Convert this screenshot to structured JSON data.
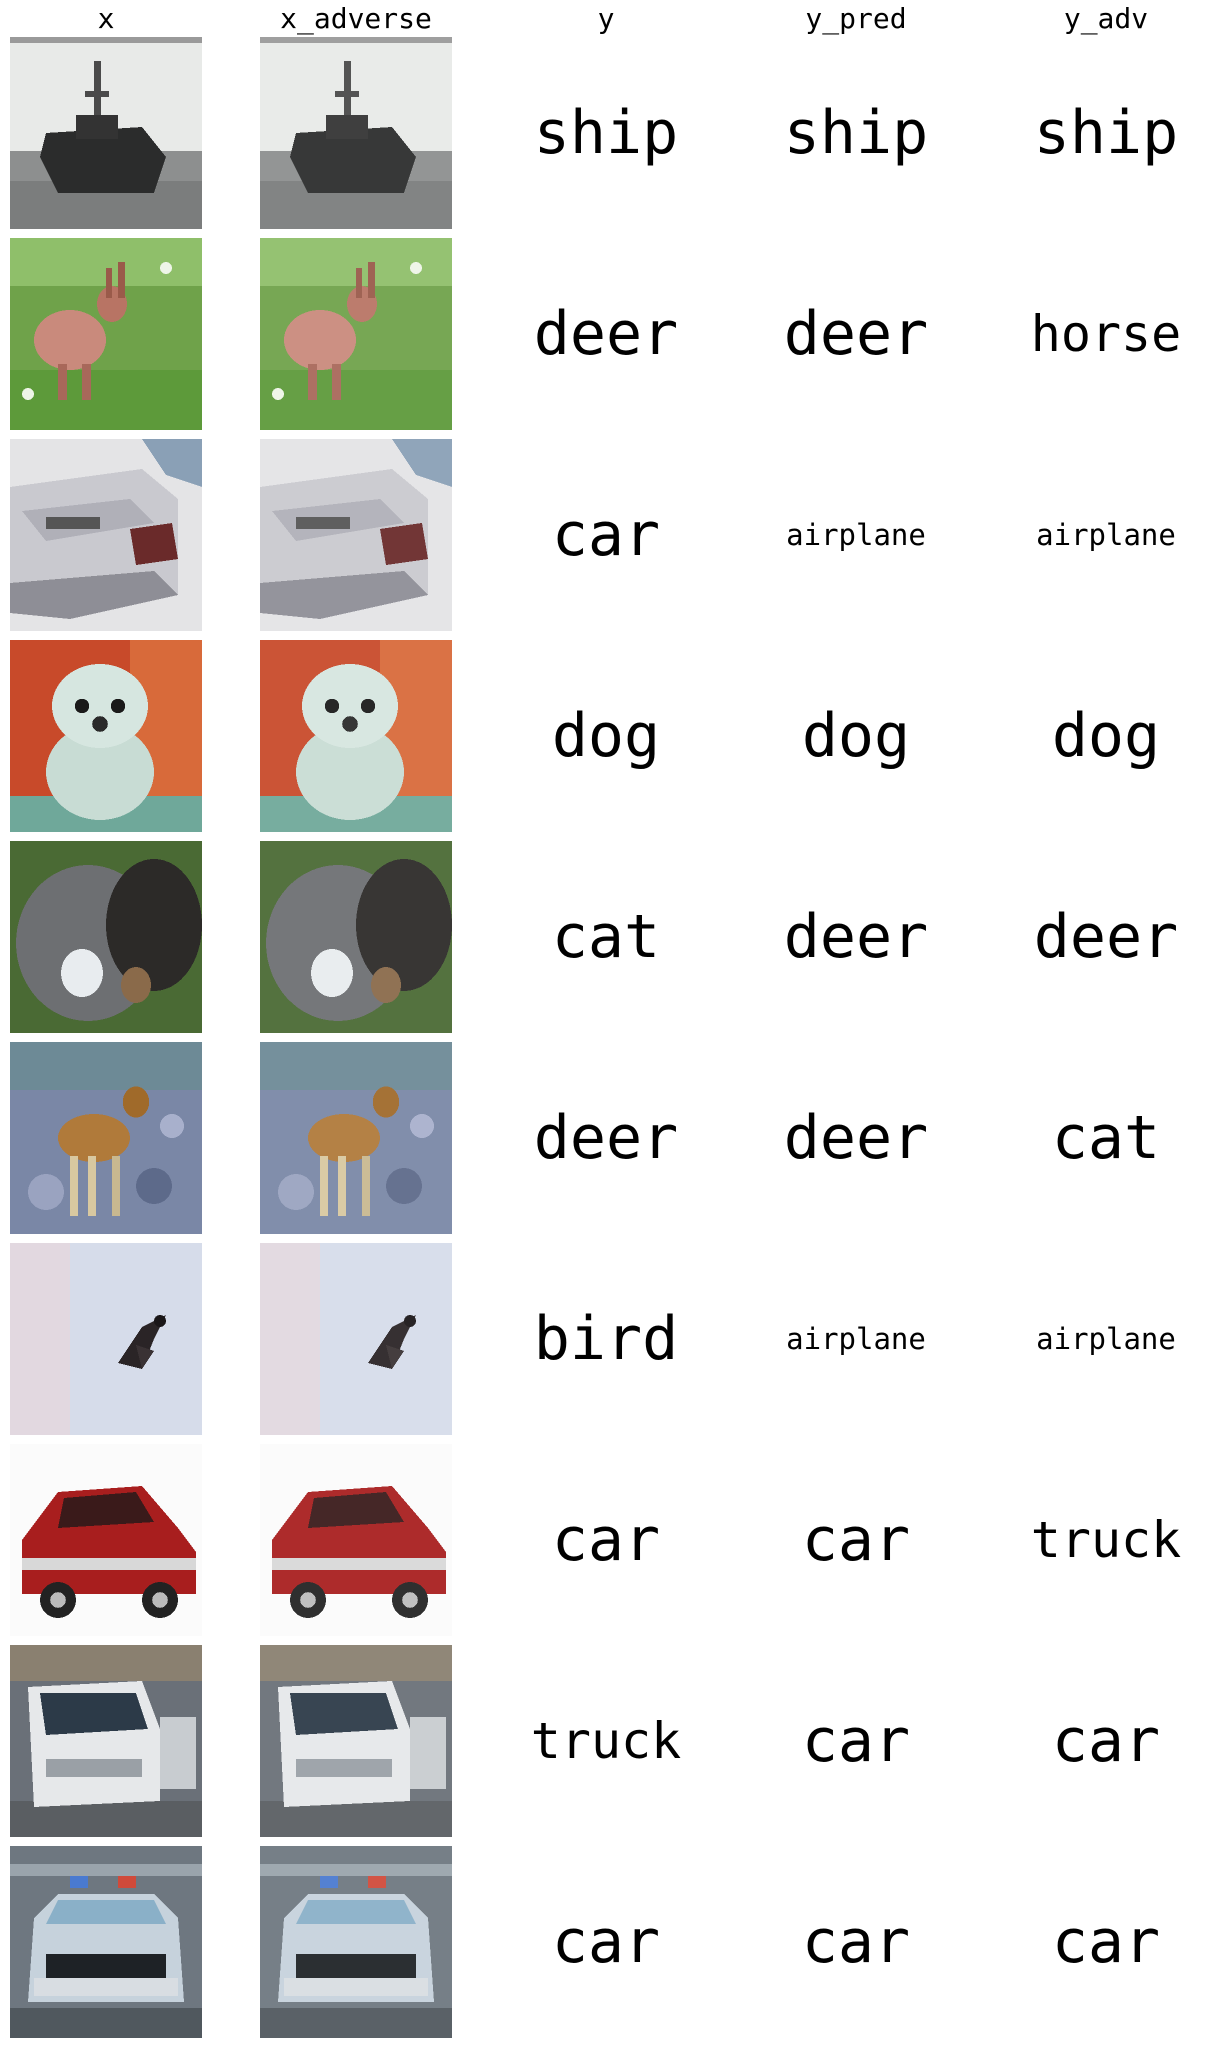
{
  "columns": [
    "x",
    "x_adverse",
    "y",
    "y_pred",
    "y_adv"
  ],
  "rows": [
    {
      "image": "ship",
      "scene": "ship-on-grey-sea",
      "y": "ship",
      "y_pred": "ship",
      "y_adv": "ship"
    },
    {
      "image": "deer",
      "scene": "deer-in-green-grass",
      "y": "deer",
      "y_pred": "deer",
      "y_adv": "horse"
    },
    {
      "image": "car",
      "scene": "white-car-rear",
      "y": "car",
      "y_pred": "airplane",
      "y_adv": "airplane"
    },
    {
      "image": "dog",
      "scene": "white-puppy-red-background",
      "y": "dog",
      "y_pred": "dog",
      "y_adv": "dog"
    },
    {
      "image": "cat",
      "scene": "dark-grey-cat-closeup",
      "y": "cat",
      "y_pred": "deer",
      "y_adv": "deer"
    },
    {
      "image": "deer",
      "scene": "deer-on-rocky-ground",
      "y": "deer",
      "y_pred": "deer",
      "y_adv": "cat"
    },
    {
      "image": "bird",
      "scene": "bird-in-pale-sky",
      "y": "bird",
      "y_pred": "airplane",
      "y_adv": "airplane"
    },
    {
      "image": "car",
      "scene": "red-hatchback-white-bg",
      "y": "car",
      "y_pred": "car",
      "y_adv": "truck"
    },
    {
      "image": "truck",
      "scene": "white-truck-front",
      "y": "truck",
      "y_pred": "car",
      "y_adv": "car"
    },
    {
      "image": "car",
      "scene": "police-car-front",
      "y": "car",
      "y_pred": "car",
      "y_adv": "car"
    }
  ]
}
